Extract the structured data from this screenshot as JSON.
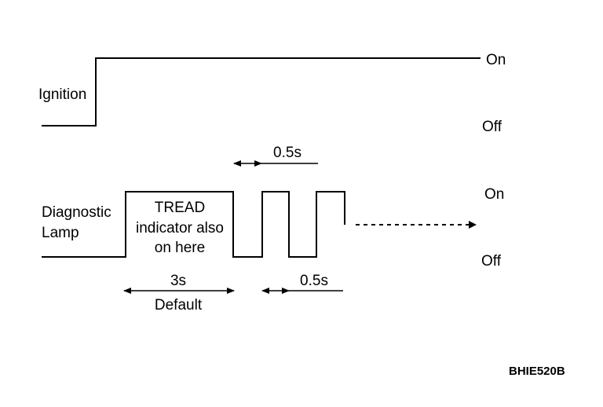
{
  "signals": {
    "ignition": {
      "label": "Ignition",
      "on": "On",
      "off": "Off"
    },
    "lamp": {
      "label_line1": "Diagnostic",
      "label_line2": "Lamp",
      "on": "On",
      "off": "Off"
    }
  },
  "annotations": {
    "tread_line1": "TREAD",
    "tread_line2": "indicator also",
    "tread_line3": "on here",
    "duration_3s": "3s",
    "default": "Default",
    "pulse_top": "0.5s",
    "pulse_bottom": "0.5s"
  },
  "figure_code": "BHIE520B"
}
